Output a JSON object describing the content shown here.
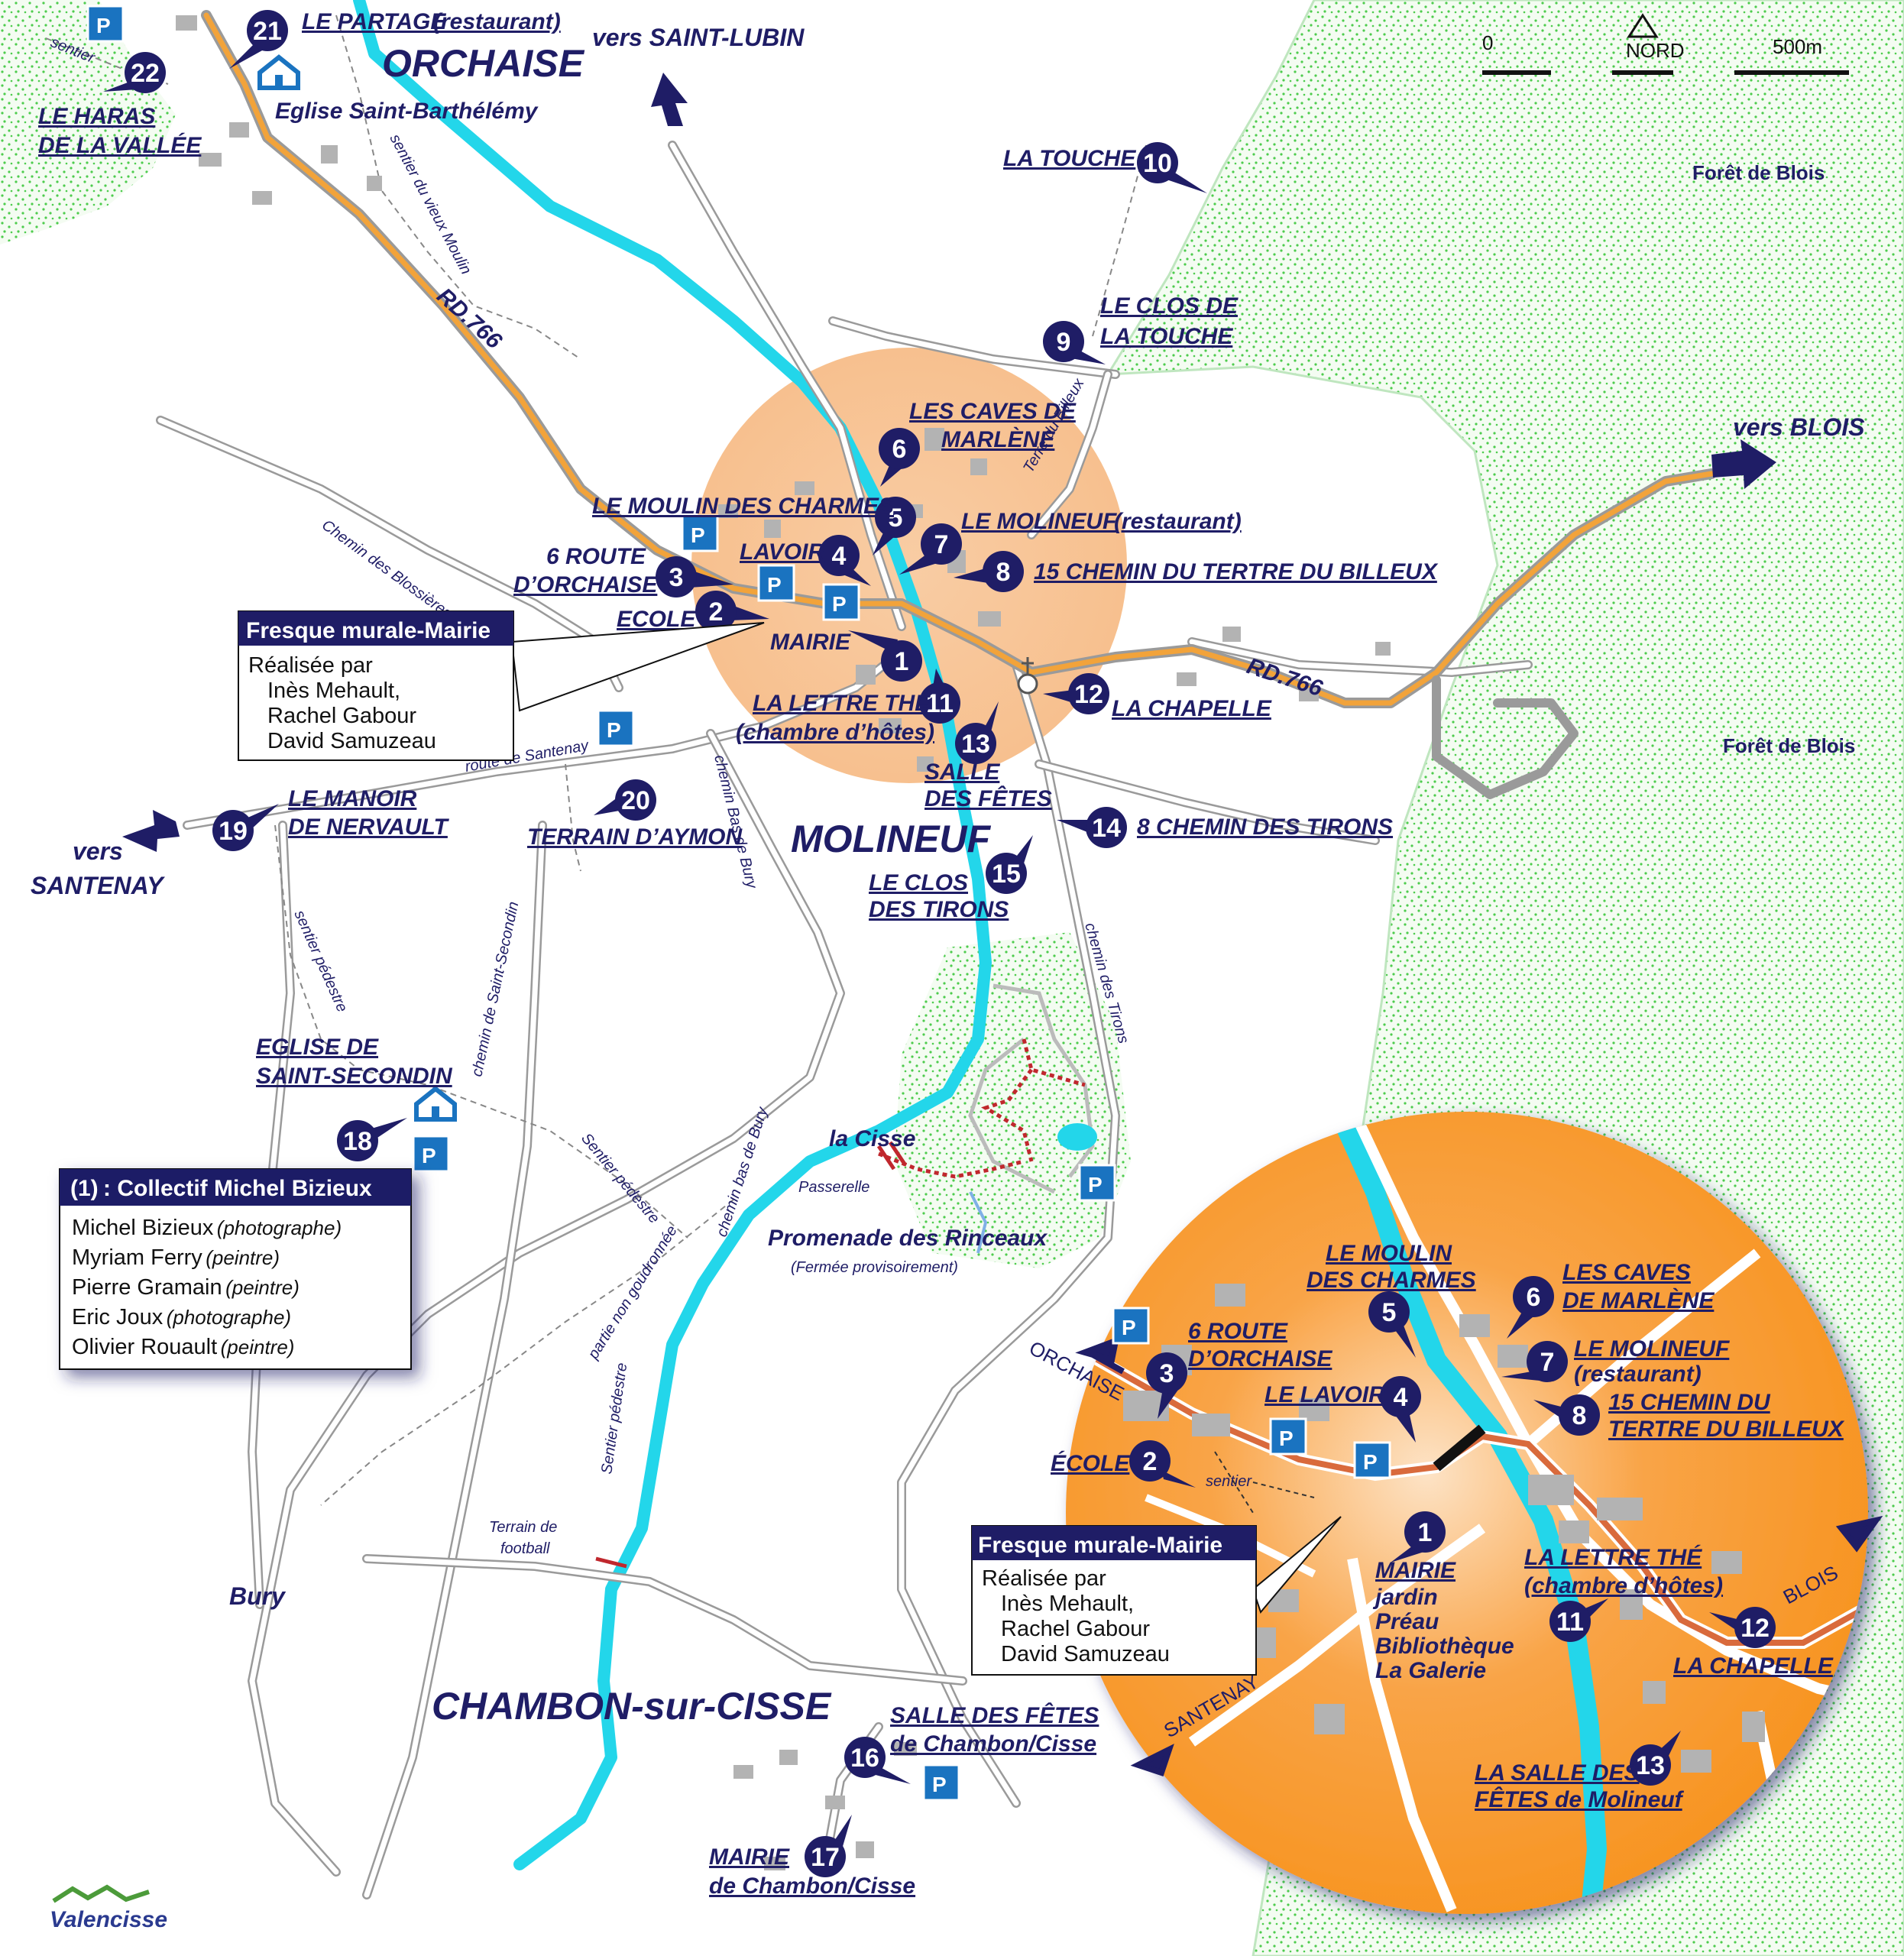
{
  "town_labels": {
    "orchaise": "ORCHAISE",
    "molineuf": "MOLINEUF",
    "chambon": "CHAMBON-sur-CISSE",
    "bury": "Bury"
  },
  "directions": {
    "saint_lubin": "vers SAINT-LUBIN",
    "blois": "vers BLOIS",
    "santenay_1": "vers",
    "santenay_2": "SANTENAY"
  },
  "forest_labels": [
    "Forêt de Blois",
    "Forêt de Blois"
  ],
  "road_labels": {
    "rd766_a": "RD.766",
    "rd766_b": "RD.766",
    "sentier_vieux_moulin": "sentier du vieux Moulin",
    "chemin_blossieres": "Chemin des Blossières",
    "route_santenay": "route de Santenay",
    "chemin_bas_bury": "chemin Bas de Bury",
    "chemin_bas_bury_2": "chemin bas de Bury",
    "chemin_tirons": "chemin des Tirons",
    "chemin_saint_secondin": "chemin de Saint-Secondin",
    "sentier_pedestre_1": "sentier pédestre",
    "sentier_pedestre_2": "Sentier pédestre",
    "sentier_pedestre_3": "Sentier pédestre",
    "partie_non_goudronnee": "partie non goudronnée",
    "terre_billeux": "Terre du Billeux",
    "sentier": "sentier",
    "la_cisse": "la Cisse",
    "passerelle": "Passerelle",
    "terrain_football_1": "Terrain de",
    "terrain_football_2": "football"
  },
  "promenade": {
    "title": "Promenade des Rinceaux",
    "note": "(Fermée provisoirement)"
  },
  "scale": {
    "zero": "0",
    "north": "NORD",
    "max": "500m"
  },
  "markers": [
    {
      "n": "1"
    },
    {
      "n": "2"
    },
    {
      "n": "3"
    },
    {
      "n": "4"
    },
    {
      "n": "5"
    },
    {
      "n": "6"
    },
    {
      "n": "7"
    },
    {
      "n": "8"
    },
    {
      "n": "9"
    },
    {
      "n": "10"
    },
    {
      "n": "11"
    },
    {
      "n": "12"
    },
    {
      "n": "13"
    },
    {
      "n": "14"
    },
    {
      "n": "15"
    },
    {
      "n": "16"
    },
    {
      "n": "17"
    },
    {
      "n": "18"
    },
    {
      "n": "19"
    },
    {
      "n": "20"
    },
    {
      "n": "21"
    },
    {
      "n": "22"
    }
  ],
  "places": {
    "p1": "MAIRIE",
    "p2": "ECOLE",
    "p3_a": "6  ROUTE",
    "p3_b": "D’ORCHAISE",
    "p4": "LAVOIR",
    "p5": "LE MOULIN DES CHARMES",
    "p6_a": "LES CAVES DE",
    "p6_b": "MARLÈNE",
    "p7_a": "LE MOLINEUF",
    "p7_b": "(restaurant)",
    "p8": "15 CHEMIN DU TERTRE DU BILLEUX",
    "p9_a": "LE CLOS DE",
    "p9_b": "LA TOUCHE",
    "p10": "LA TOUCHE",
    "p11_a": "LA LETTRE THÉ",
    "p11_b": "(chambre d’hôtes)",
    "p12": "LA CHAPELLE",
    "p13_a": "SALLE",
    "p13_b": "DES FÊTES",
    "p14": "8 CHEMIN DES TIRONS",
    "p15_a": "LE CLOS",
    "p15_b": "DES TIRONS",
    "p16_a": "SALLE DES FÊTES",
    "p16_b": "de Chambon/Cisse",
    "p17_a": "MAIRIE",
    "p17_b": "de Chambon/Cisse",
    "p18_a": "EGLISE DE",
    "p18_b": "SAINT-SECONDIN",
    "p19_a": "LE MANOIR",
    "p19_b": "DE NERVAULT",
    "p20": "TERRAIN D’AYMON",
    "p21_a": "LE PARTAGE",
    "p21_b": "(restaurant)",
    "p22_a": "LE HARAS",
    "p22_b": "DE LA VALLÉE",
    "eglise_barthelemy": "Eglise Saint-Barthélémy"
  },
  "parking_label": "P",
  "fresque": {
    "title": "Fresque murale-Mairie",
    "line1": "Réalisée par",
    "line2": "Inès Mehault,",
    "line3": "Rachel Gabour",
    "line4": "David Samuzeau"
  },
  "collectif": {
    "title_num": "(1)",
    "title_text": ": Collectif Michel Bizieux",
    "members": [
      {
        "name": "Michel Bizieux",
        "role": "(photographe)"
      },
      {
        "name": "Myriam Ferry",
        "role": "(peintre)"
      },
      {
        "name": "Pierre Gramain",
        "role": "(peintre)"
      },
      {
        "name": "Eric Joux",
        "role": "(photographe)"
      },
      {
        "name": "Olivier Rouault",
        "role": "(peintre)"
      }
    ]
  },
  "inset": {
    "orchaise": "ORCHAISE",
    "santenay": "SANTENAY",
    "blois": "BLOIS",
    "sentier": "sentier",
    "p1": "MAIRIE",
    "p1_sub": [
      "jardin",
      "Préau",
      "Bibliothèque",
      "La Galerie"
    ],
    "p2": "ÉCOLE",
    "p3_a": "6 ROUTE",
    "p3_b": "D’ORCHAISE",
    "p4": "LE LAVOIR",
    "p5_a": "LE MOULIN",
    "p5_b": "DES CHARMES",
    "p6_a": "LES CAVES",
    "p6_b": "DE MARLÈNE",
    "p7_a": "LE MOLINEUF",
    "p7_b": "(restaurant)",
    "p8_a": "15 CHEMIN DU",
    "p8_b": "TERTRE DU BILLEUX",
    "p11_a": "LA LETTRE THÉ",
    "p11_b": "(chambre d’hôtes)",
    "p12": "LA CHAPELLE",
    "p13_a": "LA SALLE DES",
    "p13_b": "FÊTES de Molineuf"
  },
  "logo": {
    "text": "Valencisse"
  },
  "colors": {
    "navy": "#1f1d66",
    "river": "#23d6ea",
    "forest_dot": "#4dcc4d",
    "orange": "#f7931e",
    "parking": "#1a73c0"
  }
}
